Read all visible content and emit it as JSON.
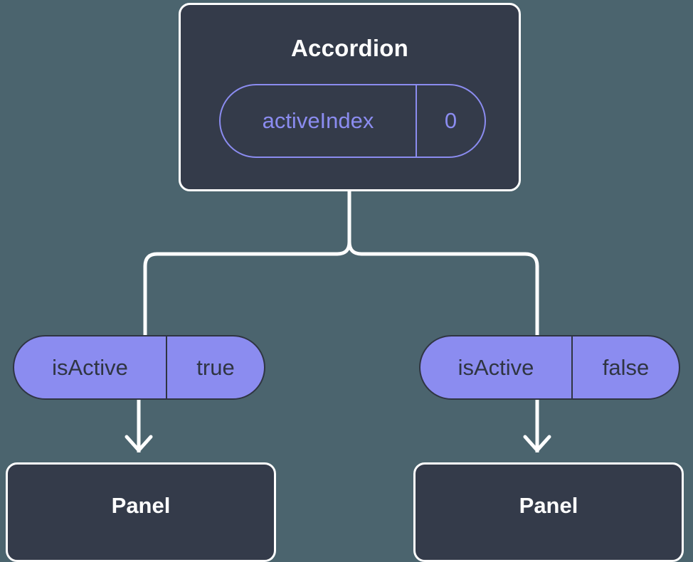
{
  "diagram": {
    "type": "component-tree",
    "background_color": "#4b646e",
    "node_fill": "#343b4a",
    "node_border": "#ffffff",
    "accent_color": "#8b8cf0",
    "connector_color": "#ffffff",
    "root": {
      "title": "Accordion",
      "state": {
        "key": "activeIndex",
        "value": "0"
      }
    },
    "children": [
      {
        "prop": {
          "key": "isActive",
          "value": "true"
        },
        "component": {
          "title": "Panel"
        }
      },
      {
        "prop": {
          "key": "isActive",
          "value": "false"
        },
        "component": {
          "title": "Panel"
        }
      }
    ]
  }
}
